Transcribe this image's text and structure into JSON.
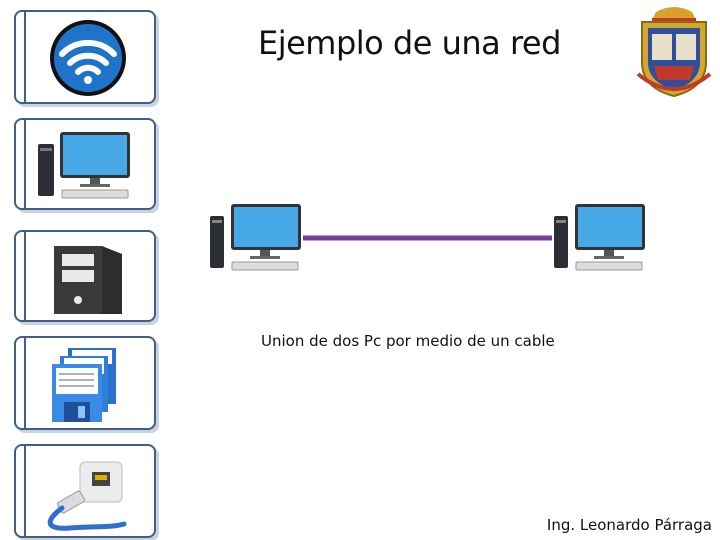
{
  "slide": {
    "title": "Ejemplo de una red",
    "caption": "Union de dos Pc por medio de un cable",
    "author": "Ing. Leonardo Párraga"
  },
  "sidebar": {
    "tiles": [
      {
        "icon": "wifi-icon"
      },
      {
        "icon": "desktop-computer-icon"
      },
      {
        "icon": "server-tower-icon"
      },
      {
        "icon": "documents-floppy-icon"
      },
      {
        "icon": "network-cable-icon"
      }
    ]
  },
  "diagram": {
    "link_color": "#7a3d9b",
    "nodes": [
      "pc-left",
      "pc-right"
    ]
  },
  "colors": {
    "tile_border": "#3f5f86",
    "wifi_blue": "#1f74c9"
  }
}
